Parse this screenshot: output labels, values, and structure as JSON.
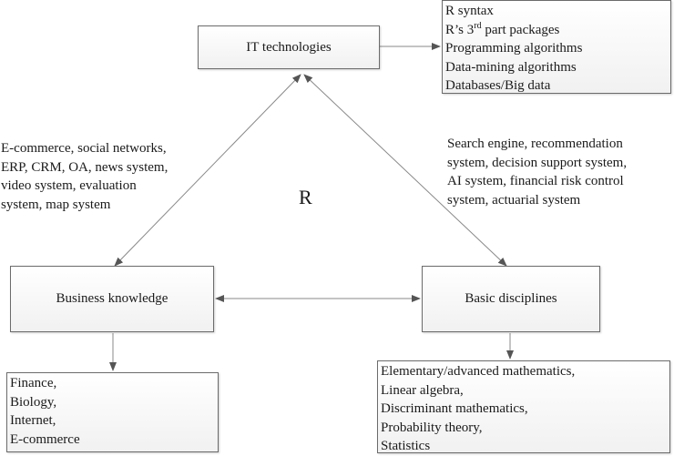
{
  "nodes": {
    "it": "IT technologies",
    "business": "Business knowledge",
    "disciplines": "Basic disciplines"
  },
  "center_label": "R",
  "it_list": {
    "items": [
      "R syntax",
      "Programming algorithms",
      "Data-mining algorithms",
      "Databases/Big data"
    ],
    "packages": {
      "pre": "R’s 3",
      "sup": "rd",
      "post": " part packages"
    }
  },
  "business_list": [
    "Finance,",
    "Biology,",
    "Internet,",
    "E-commerce"
  ],
  "disciplines_list": [
    "Elementary/advanced mathematics,",
    "Linear algebra,",
    "Discriminant mathematics,",
    "Probability theory,",
    "Statistics"
  ],
  "left_annotation": [
    "E-commerce, social networks,",
    "ERP, CRM, OA, news system,",
    "video system, evaluation",
    "system, map system"
  ],
  "right_annotation": [
    "Search engine, recommendation",
    "system, decision support system,",
    "AI system, financial risk control",
    "system, actuarial system"
  ]
}
